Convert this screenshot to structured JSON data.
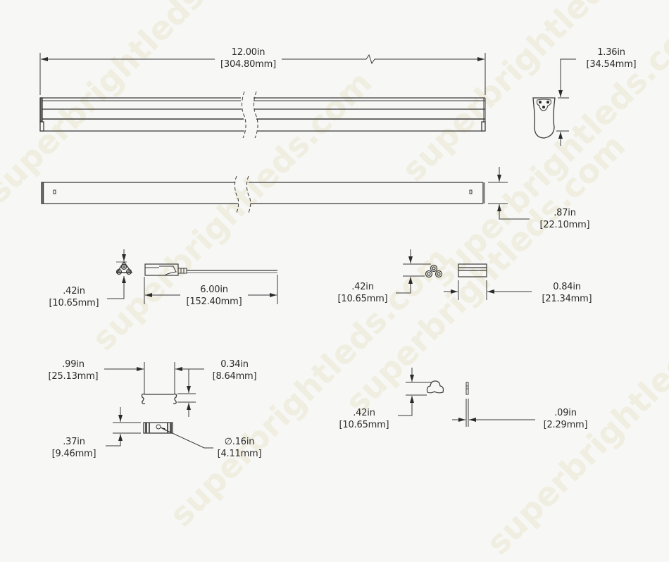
{
  "watermark": {
    "text": "superbrightleds.com",
    "color": "#e6dfb8"
  },
  "drawing": {
    "line_color": "#3a3a3a",
    "background": "#f7f7f5",
    "views": {
      "side_view": {
        "length": {
          "in": "12.00in",
          "mm": "[304.80mm]"
        }
      },
      "end_profile": {
        "height": {
          "in": "1.36in",
          "mm": "[34.54mm]"
        }
      },
      "top_view": {
        "width": {
          "in": ".87in",
          "mm": "[22.10mm]"
        }
      },
      "connector_cable": {
        "height": {
          "in": ".42in",
          "mm": "[10.65mm]"
        },
        "length": {
          "in": "6.00in",
          "mm": "[152.40mm]"
        }
      },
      "coupler": {
        "height": {
          "in": ".42in",
          "mm": "[10.65mm]"
        },
        "length": {
          "in": "0.84in",
          "mm": "[21.34mm]"
        }
      },
      "mounting_clip": {
        "width": {
          "in": ".99in",
          "mm": "[25.13mm]"
        },
        "height": {
          "in": "0.34in",
          "mm": "[8.64mm]"
        },
        "thickness": {
          "in": ".37in",
          "mm": "[9.46mm]"
        },
        "hole_diameter": {
          "symbol": "∅",
          "in": "∅.16in",
          "mm": "[4.11mm]"
        }
      },
      "end_cap": {
        "height": {
          "in": ".42in",
          "mm": "[10.65mm]"
        },
        "thickness": {
          "in": ".09in",
          "mm": "[2.29mm]"
        }
      }
    }
  }
}
